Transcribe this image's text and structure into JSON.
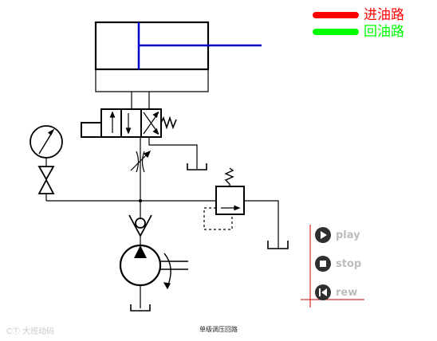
{
  "legend": {
    "supply": {
      "label": "进油路",
      "color": "#ff0000"
    },
    "return": {
      "label": "回油路",
      "color": "#00ff00"
    }
  },
  "controls": {
    "play": {
      "label": "play",
      "icon": "play-icon"
    },
    "stop": {
      "label": "stop",
      "icon": "stop-icon"
    },
    "rew": {
      "label": "rew",
      "icon": "rewind-icon"
    }
  },
  "caption": "单级调压回路",
  "watermark": "CⓉ 大班动码",
  "colors": {
    "line": "#000000",
    "piston_rod": "#0000cc",
    "panel_lines": "#cc0000"
  }
}
